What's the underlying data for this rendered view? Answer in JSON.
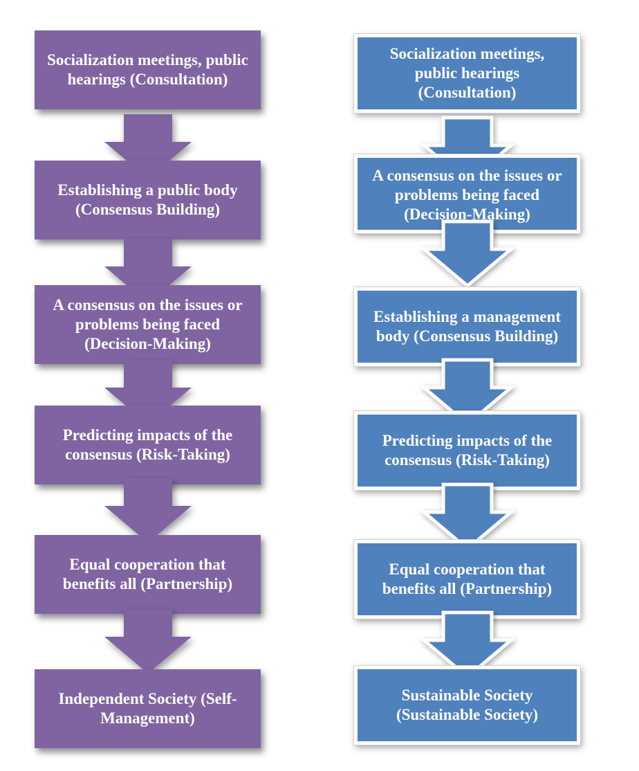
{
  "diagram": {
    "left_flow": {
      "color": "#8064a2",
      "steps": [
        "Socialization meetings, public hearings (Consultation)",
        "Establishing a public body (Consensus Building)",
        "A consensus on the issues or problems being faced (Decision-Making)",
        "Predicting impacts of the consensus (Risk-Taking)",
        "Equal cooperation that benefits all (Partnership)",
        "Independent Society (Self-Management)"
      ]
    },
    "right_flow": {
      "color": "#4f81bd",
      "steps": [
        "Socialization meetings, public hearings (Consultation)",
        "A consensus on the issues or problems being faced (Decision-Making)",
        "Establishing a management body (Consensus Building)",
        "Predicting impacts of the consensus (Risk-Taking)",
        "Equal cooperation that benefits all (Partnership)",
        "Sustainable Society (Sustainable Society)"
      ]
    }
  }
}
